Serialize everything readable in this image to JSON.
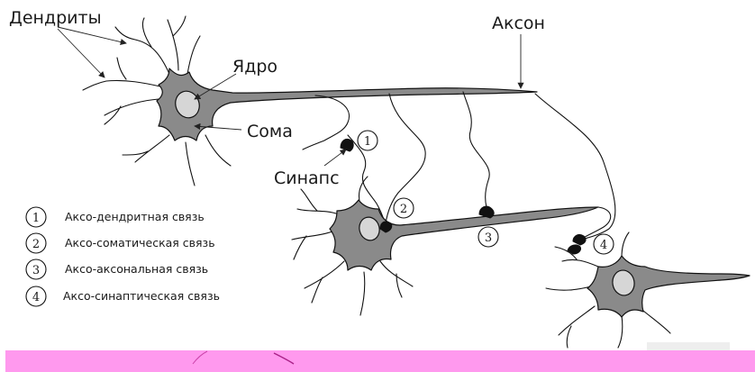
{
  "labels": {
    "dendrites": "Дендриты",
    "nucleus": "Ядро",
    "axon": "Аксон",
    "soma": "Сома",
    "synapse": "Синапс"
  },
  "markers": [
    "1",
    "2",
    "3",
    "4"
  ],
  "legend": [
    {
      "num": "1",
      "text": "Аксо-дендритная связь"
    },
    {
      "num": "2",
      "text": "Аксо-соматическая связь"
    },
    {
      "num": "3",
      "text": "Аксо-аксональная связь"
    },
    {
      "num": "4",
      "text": "Аксо-синаптическая связь"
    }
  ],
  "colors": {
    "soma_fill": "#8a8a8a",
    "nucleus_fill": "#d6d6d6",
    "outline": "#111111",
    "bottom_band": "#ff99ee"
  }
}
